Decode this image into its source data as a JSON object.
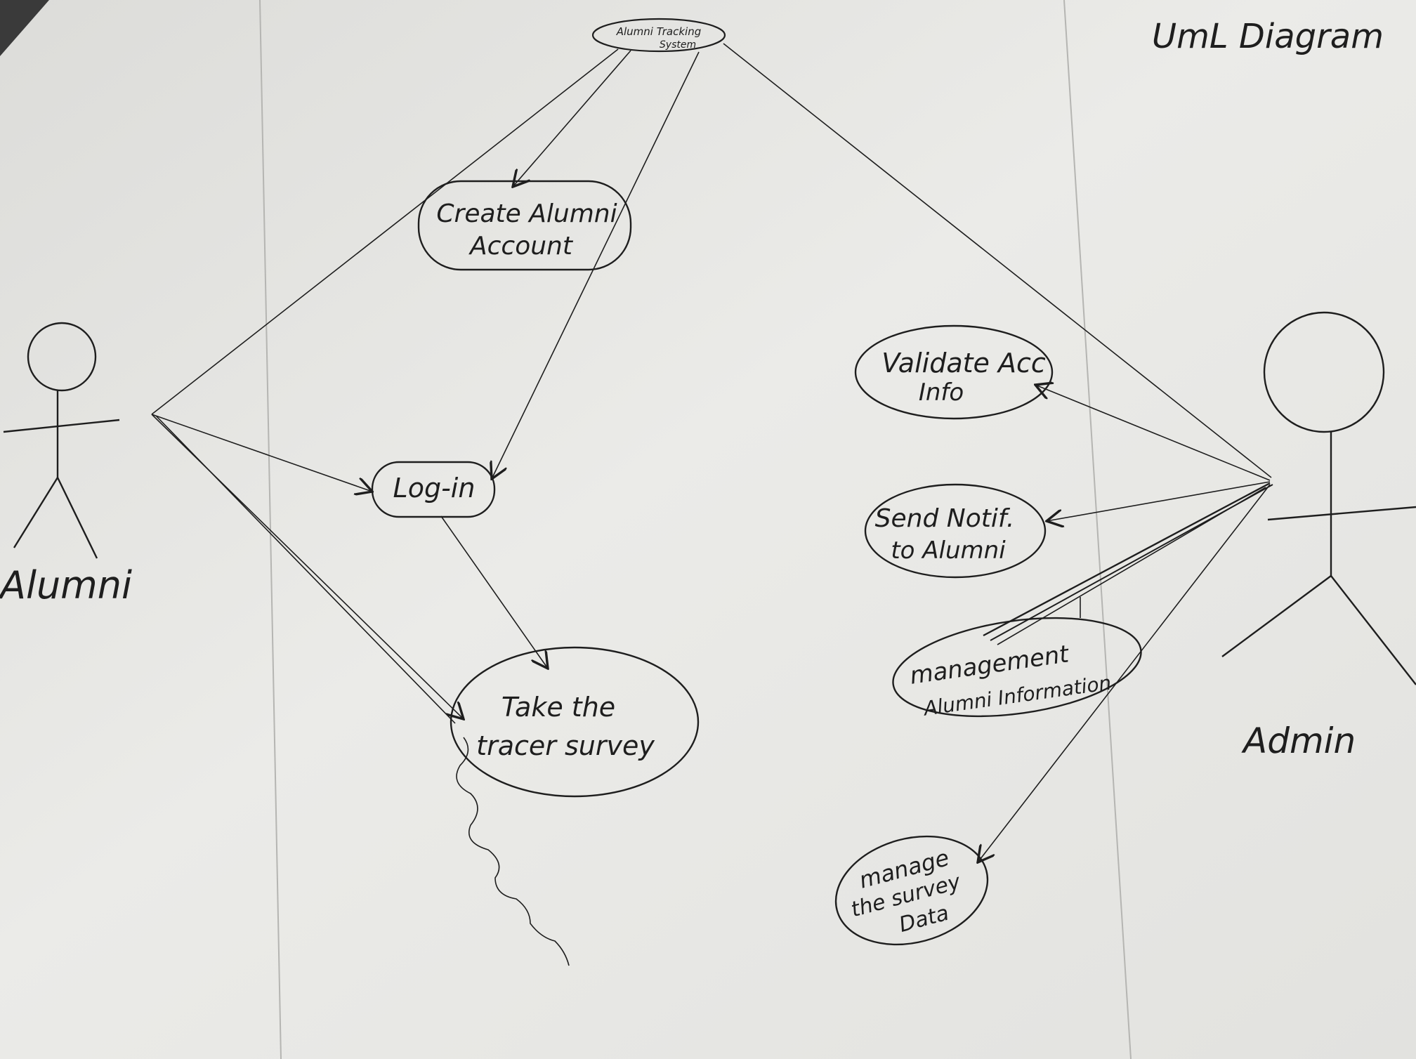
{
  "title": "UmL Diagram",
  "actors": {
    "alumni": "Alumni",
    "admin": "Admin"
  },
  "system": {
    "line1": "Alumni Tracking",
    "line2": "System"
  },
  "use_cases": {
    "create_account": [
      "Create Alumni",
      "Account"
    ],
    "login": [
      "Log-in"
    ],
    "take_survey": [
      "Take the",
      "tracer survey"
    ],
    "validate_info": [
      "Validate Acc",
      "Info"
    ],
    "send_notif": [
      "Send Notif.",
      "to Alumni"
    ],
    "manage_info": [
      "management",
      "Alumni Information"
    ],
    "manage_survey": [
      "manage",
      "the survey",
      "Data"
    ]
  },
  "colors": {
    "paper": "#e9e9e6",
    "ink": "#1e1e1e",
    "shadow": "#3a3a3a"
  }
}
